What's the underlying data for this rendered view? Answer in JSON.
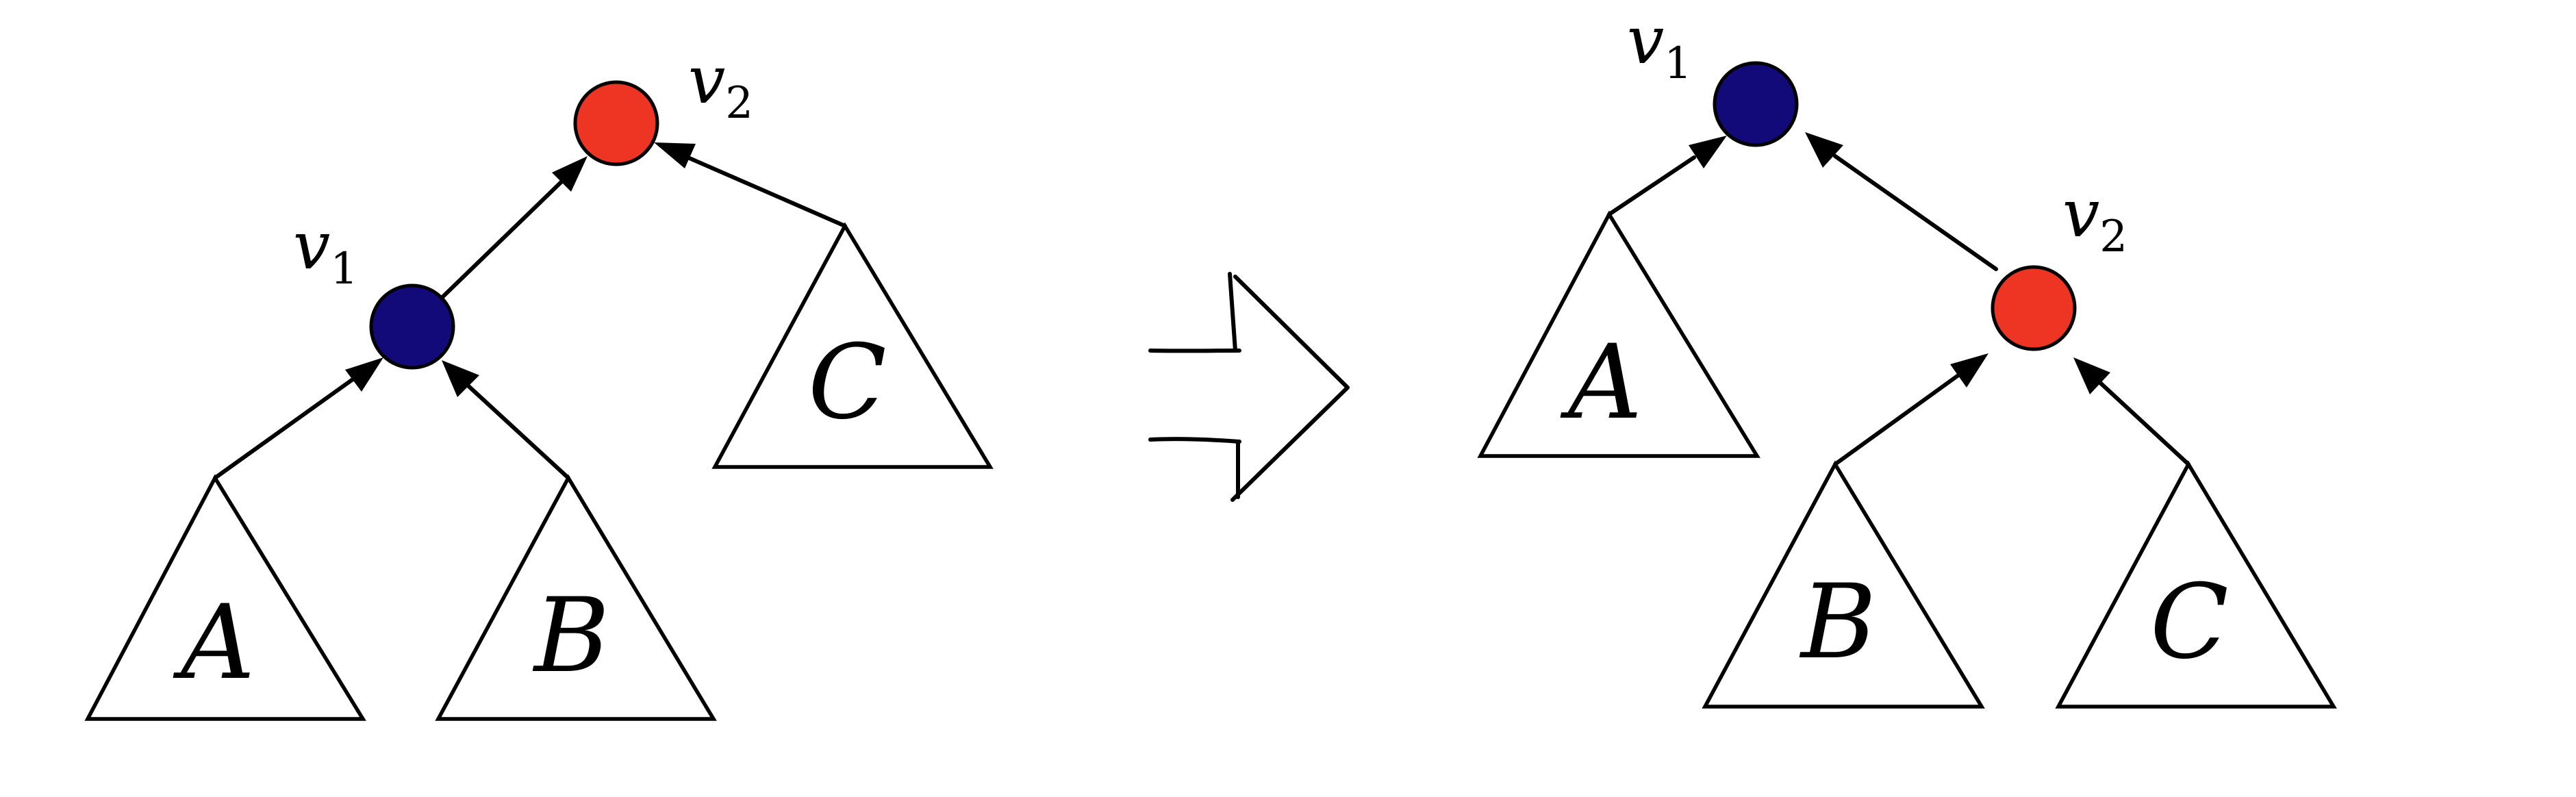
{
  "colors": {
    "v1": "#120a78",
    "v2": "#ee3524",
    "stroke": "#000000",
    "background": "#ffffff"
  },
  "labels": {
    "v1_var": "v",
    "v1_sub": "1",
    "v2_var": "v",
    "v2_sub": "2",
    "A": "A",
    "B": "B",
    "C": "C"
  }
}
